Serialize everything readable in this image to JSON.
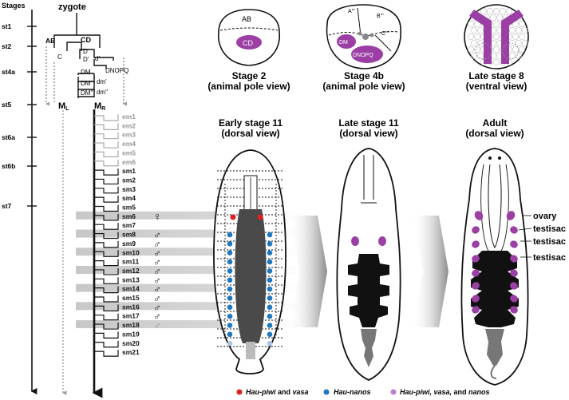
{
  "lineage": {
    "stages_header": "Stages",
    "zygote": "zygote",
    "stages": [
      "st1",
      "st2",
      "st4a",
      "st5",
      "st6a",
      "st6b",
      "st7"
    ],
    "cells": {
      "AB": "AB",
      "CD": "CD",
      "C": "C",
      "D": "D",
      "D1": "D'",
      "d1": "d'",
      "DNOPQ": "DNOPQ",
      "DM": "DM",
      "DM1": "DM'",
      "dm1": "dm'",
      "DM2": "DM''",
      "dm2": "dm''",
      "ML": "M",
      "ML_sub": "L",
      "MR": "M",
      "MR_sub": "R"
    },
    "em": [
      "em1",
      "em2",
      "em3",
      "em4",
      "em5",
      "em6"
    ],
    "sm": [
      "sm1",
      "sm2",
      "sm3",
      "sm4",
      "sm5",
      "sm6",
      "sm7",
      "sm8",
      "sm9",
      "sm10",
      "sm11",
      "sm12",
      "sm13",
      "sm14",
      "sm15",
      "sm16",
      "sm17",
      "sm18",
      "sm19",
      "sm20",
      "sm21"
    ],
    "female_symbol": "♀",
    "male_symbol": "♂"
  },
  "panels": {
    "stage2": {
      "title": "Stage 2",
      "subtitle": "(animal pole view)",
      "AB": "AB",
      "CD": "CD"
    },
    "stage4b": {
      "title": "Stage 4b",
      "subtitle": "(animal pole view)",
      "A": "A'''",
      "B": "B'''",
      "C": "C'''",
      "DM": "DM",
      "DNOPQ": "DNOPQ"
    },
    "stage8": {
      "title": "Late stage 8",
      "subtitle": "(ventral view)"
    },
    "early11": {
      "title": "Early stage 11",
      "subtitle": "(dorsal view)"
    },
    "late11": {
      "title": "Late stage 11",
      "subtitle": "(dorsal view)"
    },
    "adult": {
      "title": "Adult",
      "subtitle": "(dorsal view)",
      "ovary": "ovary",
      "testisac1": "testisac",
      "testisac2": "testisac",
      "testisac3": "testisac"
    }
  },
  "legend": {
    "items": [
      {
        "marker_color": "#e02020",
        "label_italic": "Hau-piwi",
        "label_plain": " and ",
        "label_italic2": "vasa"
      },
      {
        "marker_color": "#1f78c1",
        "label_italic": "Hau-nanos",
        "label_plain": "",
        "label_italic2": ""
      },
      {
        "marker_color": "#c07ad0",
        "label_italic": "Hau-piwi, vasa,",
        "label_plain": " and ",
        "label_italic2": "nanos"
      }
    ]
  },
  "colors": {
    "purple": "#9b3fa5",
    "gray_band": "#cccccc",
    "red": "#e02020",
    "blue": "#1f78c1"
  }
}
